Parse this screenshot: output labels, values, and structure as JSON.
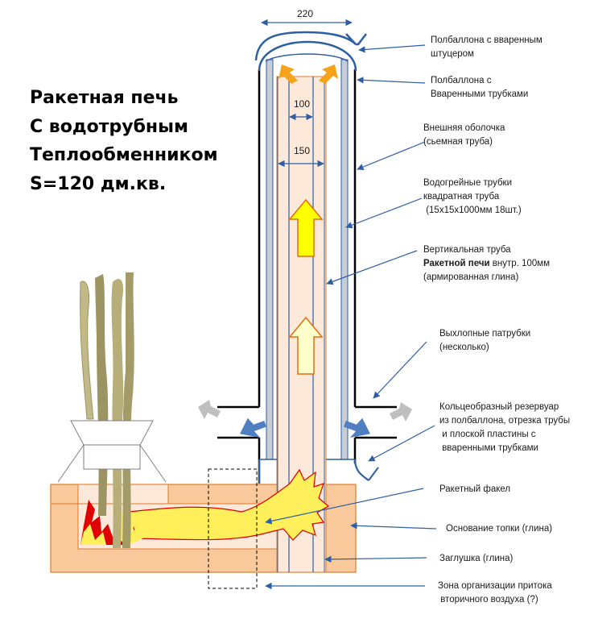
{
  "title": {
    "lines": [
      "Ракетная печь",
      "С водотрубным",
      "Теплообменником",
      "S=120 дм.кв."
    ]
  },
  "dimensions": {
    "outer_top": "220",
    "inner_riser": "100",
    "riser_outer": "150"
  },
  "labels": [
    {
      "id": "top-cap",
      "lines": [
        "Полбаллона с вваренным",
        "штуцером"
      ]
    },
    {
      "id": "upper-header",
      "lines": [
        "Полбаллона с",
        "Вваренными трубками"
      ]
    },
    {
      "id": "outer-shell",
      "lines": [
        "Внешняя оболочка",
        "(сьемная труба)"
      ]
    },
    {
      "id": "water-tubes",
      "lines": [
        "Водогрейные трубки",
        "квадратная труба",
        " (15х15х1000мм 18шт.)"
      ]
    },
    {
      "id": "riser",
      "lines": [
        "Вертикальная труба",
        "Ракетной печи внутр. 100мм",
        "(армированная глина)"
      ],
      "bold_prefix": "Ракетной печи"
    },
    {
      "id": "exhaust",
      "lines": [
        "Выхлопные патрубки",
        "(несколько)"
      ]
    },
    {
      "id": "lower-header",
      "lines": [
        "Кольцеобразный резервуар",
        "из полбаллона, отрезка трубы",
        " и плоской пластины с",
        " вваренными трубками"
      ]
    },
    {
      "id": "flame",
      "lines": [
        "Ракетный факел"
      ]
    },
    {
      "id": "firebox-base",
      "lines": [
        "Основание топки (глина)"
      ]
    },
    {
      "id": "plug",
      "lines": [
        "Заглушка (глина)"
      ]
    },
    {
      "id": "secondary-air",
      "lines": [
        "Зона организации притока",
        " вторичного воздуха (?)"
      ]
    }
  ],
  "colors": {
    "clay": "#f9c89b",
    "riser_fill": "#fde9d9",
    "shell_blue": "#2e5fa3",
    "tube_gray": "#c8ccd4",
    "arrow_yellow": "#ffff00",
    "arrow_orange": "#f7a21b",
    "plug_orange": "#e46c0a",
    "flame_red": "#e00000",
    "flame_yellow": "#ffef5a",
    "wood": "#9c9462",
    "flow_blue": "#4f7fc1",
    "flow_gray": "#bfbfbf"
  }
}
